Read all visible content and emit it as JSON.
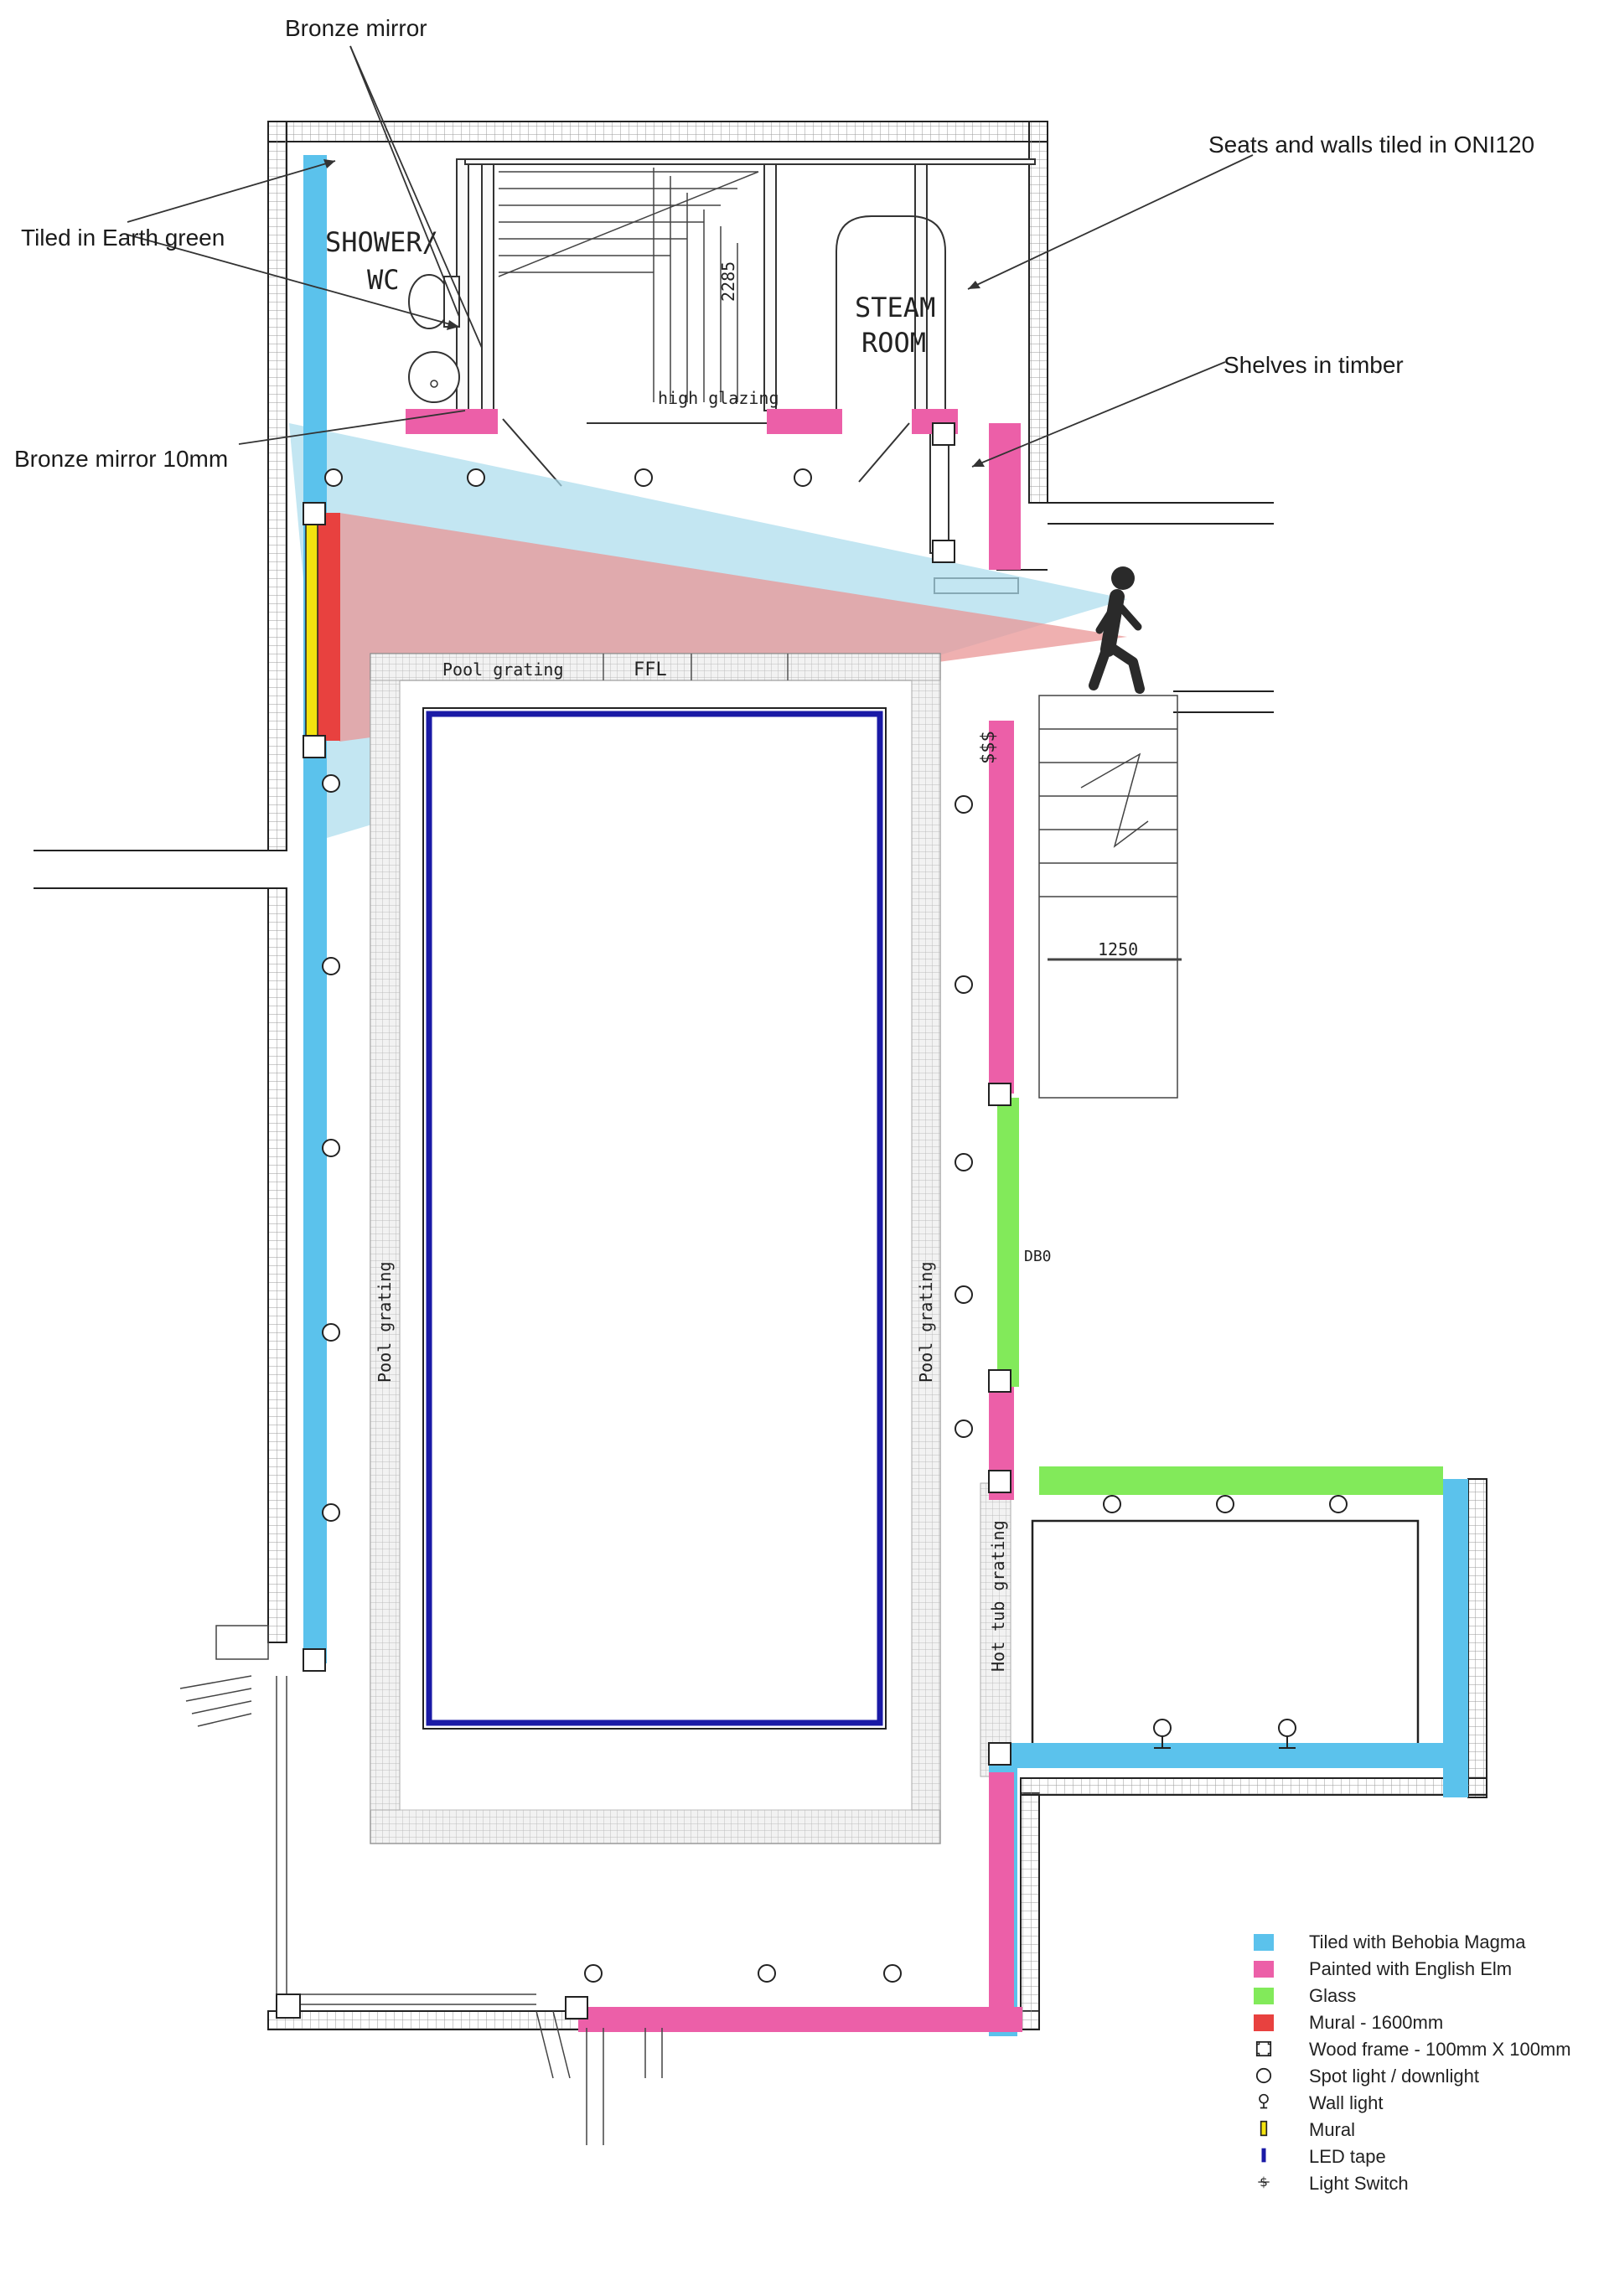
{
  "callouts": {
    "bronze_mirror": "Bronze mirror",
    "tiled_earth_green": "Tiled in Earth green",
    "bronze_mirror_10mm": "Bronze mirror 10mm",
    "seats_walls_oni120": "Seats and walls tiled in ONI120",
    "shelves_timber": "Shelves in timber"
  },
  "plan_labels": {
    "shower_line1": "SHOWER/",
    "shower_line2": "WC",
    "steam_line1": "STEAM",
    "steam_line2": "ROOM",
    "dim_2285": "2285",
    "high_glazing": "high glazing",
    "pool_grating_top": "Pool grating",
    "ffl": "FFL",
    "pool_grating_left": "Pool grating",
    "pool_grating_right": "Pool grating",
    "hot_tub_grating": "Hot tub grating",
    "dim_1250": "1250",
    "db0": "DB0",
    "switch_marks": "$$$"
  },
  "legend": [
    {
      "swatch": "fill",
      "color": "#5bc2ec",
      "label": "Tiled with Behobia Magma"
    },
    {
      "swatch": "fill",
      "color": "#ec5fa8",
      "label": "Painted with English Elm"
    },
    {
      "swatch": "fill",
      "color": "#82ea5a",
      "label": "Glass"
    },
    {
      "swatch": "fill",
      "color": "#e8413f",
      "label": "Mural - 1600mm"
    },
    {
      "swatch": "wood-frame-icon",
      "color": "#222222",
      "label": "Wood frame - 100mm X 100mm"
    },
    {
      "swatch": "spot-light-icon",
      "color": "#222222",
      "label": "Spot light / downlight"
    },
    {
      "swatch": "wall-light-icon",
      "color": "#222222",
      "label": "Wall light"
    },
    {
      "swatch": "mural-icon",
      "color": "#f4e30f",
      "label": "Mural"
    },
    {
      "swatch": "led-tape-icon",
      "color": "#1a1aa6",
      "label": "LED tape"
    },
    {
      "swatch": "light-switch-icon",
      "color": "#222222",
      "label": "Light Switch"
    }
  ],
  "colors": {
    "tiled_blue": "#5bc2ec",
    "painted_pink": "#ec5fa8",
    "glass_green": "#82ea5a",
    "mural_red": "#e8413f",
    "mural_yellow": "#f4e30f",
    "led_blue": "#1a1aa6",
    "view_cone_blue": "#a9dcec",
    "view_cone_red": "#e99595"
  }
}
